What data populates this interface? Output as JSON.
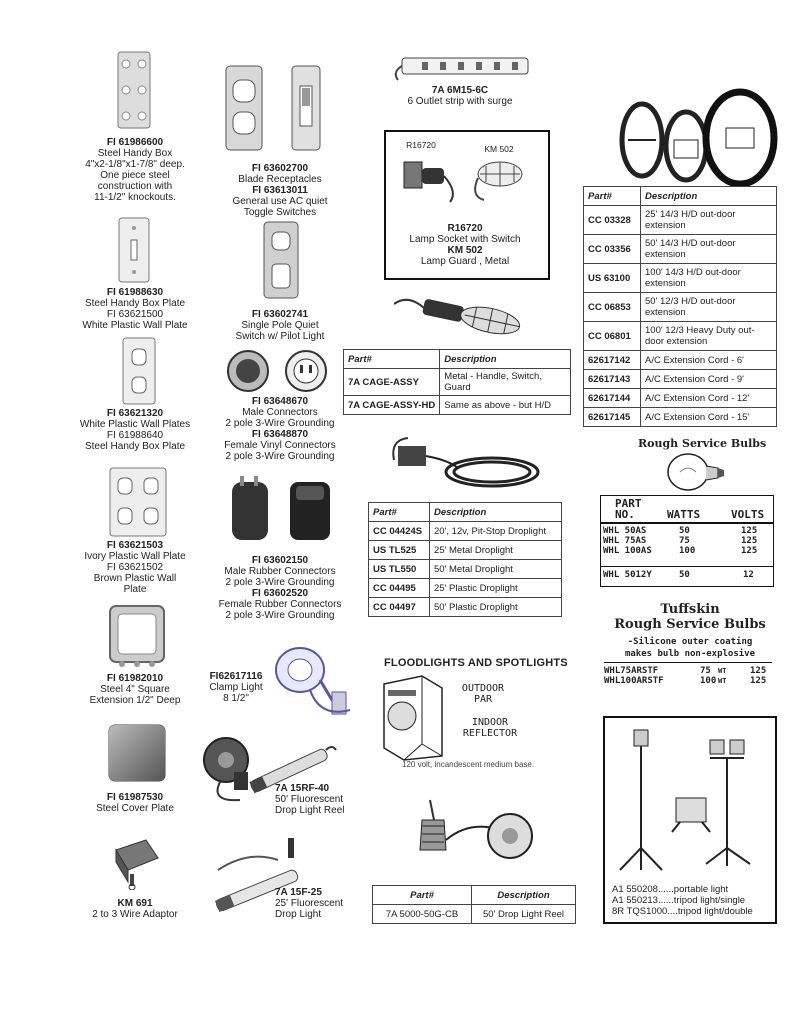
{
  "col1": [
    {
      "lines": [
        "FI 61986600",
        "Steel Handy Box",
        "4\"x2-1/8\"x1-7/8\" deep.",
        "One piece steel",
        "construction with",
        "11-1/2\" knockouts."
      ]
    },
    {
      "lines": [
        "FI 61988630",
        "Steel Handy Box Plate",
        "FI 63621500",
        "White Plastic Wall Plate"
      ]
    },
    {
      "lines": [
        "FI 63621320",
        "White Plastic Wall Plates",
        "FI 61988640",
        "Steel Handy Box Plate"
      ]
    },
    {
      "lines": [
        "FI 63621503",
        "Ivory Plastic Wall  Plate",
        "FI 63621502",
        "Brown Plastic Wall",
        "Plate"
      ]
    },
    {
      "lines": [
        "FI 61982010",
        "Steel 4\" Square",
        "Extension 1/2\" Deep"
      ]
    },
    {
      "lines": [
        "FI 61987530",
        "Steel Cover Plate"
      ]
    },
    {
      "lines": [
        "KM 691",
        "2 to 3 Wire Adaptor"
      ]
    }
  ],
  "col2": [
    {
      "lines": [
        "FI 63602700",
        "Blade Receptacles",
        "FI 63613011",
        "General use AC quiet",
        "Toggle Switches"
      ]
    },
    {
      "lines": [
        "FI 63602741",
        "Single Pole Quiet",
        "Switch w/ Pilot Light"
      ]
    },
    {
      "lines": [
        "FI 63648670",
        "Male Connectors",
        "2 pole 3-Wire Grounding",
        "FI 63648870",
        "Female Vinyl Connectors",
        "2 pole 3-Wire Grounding"
      ]
    },
    {
      "lines": [
        "FI 63602150",
        "Male Rubber Connectors",
        "2 pole 3-Wire Grounding",
        "FI 63602520",
        "Female Rubber Connectors",
        "2 pole 3-Wire Grounding"
      ]
    },
    {
      "lines": [
        "FI62617116",
        "Clamp Light",
        "8 1/2\""
      ]
    },
    {
      "lines": [
        "7A 15RF-40",
        "50' Fluorescent",
        "Drop Light Reel"
      ]
    },
    {
      "lines": [
        "7A 15F-25",
        "25' Fluorescent",
        "Drop Light"
      ]
    }
  ],
  "col3": {
    "strip": {
      "code": "7A 6M15-6C",
      "desc": "6 Outlet strip with surge"
    },
    "lampbox": {
      "label1": "R16720",
      "label2": "KM 502",
      "code1": "R16720",
      "desc1": "Lamp Socket with Switch",
      "code2": "KM 502",
      "desc2": "Lamp Guard , Metal"
    },
    "cage_table": {
      "headers": [
        "Part#",
        "Description"
      ],
      "rows": [
        [
          "7A CAGE-ASSY",
          "Metal - Handle, Switch, Guard"
        ],
        [
          "7A CAGE-ASSY-HD",
          "Same as above - but H/D"
        ]
      ]
    },
    "drop_table": {
      "headers": [
        "Part#",
        "Description"
      ],
      "rows": [
        [
          "CC 04424S",
          "20', 12v, Pit-Stop Droplight"
        ],
        [
          "US TL525",
          "25' Metal Droplight"
        ],
        [
          "US TL550",
          "50' Metal Droplight"
        ],
        [
          "CC 04495",
          "25' Plastic Droplight"
        ],
        [
          "CC 04497",
          "50' Plastic Droplight"
        ]
      ]
    },
    "flood": {
      "title": "FLOODLIGHTS AND SPOTLIGHTS",
      "opt1": "OUTDOOR",
      "opt1b": "PAR",
      "opt2": "INDOOR",
      "opt2b": "REFLECTOR",
      "note": "120 volt, incandescent  medium base."
    },
    "reel_table": {
      "headers": [
        "Part#",
        "Description"
      ],
      "rows": [
        [
          "7A 5000-50G-CB",
          "50' Drop Light Reel"
        ]
      ]
    }
  },
  "col4": {
    "ext_table": {
      "headers": [
        "Part#",
        "Description"
      ],
      "rows": [
        [
          "CC 03328",
          "25'  14/3 H/D out-door extension"
        ],
        [
          "CC 03356",
          "50'  14/3 H/D out-door extension"
        ],
        [
          "US 63100",
          "100'  14/3 H/D  out-door extension"
        ],
        [
          "CC 06853",
          "50'  12/3 H/D  out-door extension"
        ],
        [
          "CC 06801",
          "100'  12/3 Heavy Duty out-door extension"
        ],
        [
          "62617142",
          "A/C Extension Cord - 6'"
        ],
        [
          "62617143",
          "A/C Extension Cord - 9'"
        ],
        [
          "62617144",
          "A/C Extension Cord - 12'"
        ],
        [
          "62617145",
          "A/C Extension Cord - 15'"
        ]
      ]
    },
    "rough": {
      "title": "Rough Service Bulbs",
      "headers": [
        "PART",
        "NO.",
        "WATTS",
        "VOLTS"
      ],
      "rows": [
        [
          "WHL 50AS",
          "50",
          "125"
        ],
        [
          "WHL 75AS",
          "75",
          "125"
        ],
        [
          "WHL 100AS",
          "100",
          "125"
        ],
        [
          "WHL 5012Y",
          "50",
          "12"
        ]
      ]
    },
    "tuff": {
      "title1": "Tuffskin",
      "title2": "Rough Service Bulbs",
      "sub1": "-Silicone outer coating",
      "sub2": "makes bulb non-explosive",
      "rows": [
        [
          "WHL75ARSTF",
          "75",
          "WT",
          "125"
        ],
        [
          "WHL100ARSTF",
          "100",
          "WT",
          "125"
        ]
      ]
    },
    "tripod": {
      "lines": [
        "A1 550208......portable light",
        "A1 550213......tripod light/single",
        "8R TQS1000....tripod light/double"
      ]
    }
  }
}
